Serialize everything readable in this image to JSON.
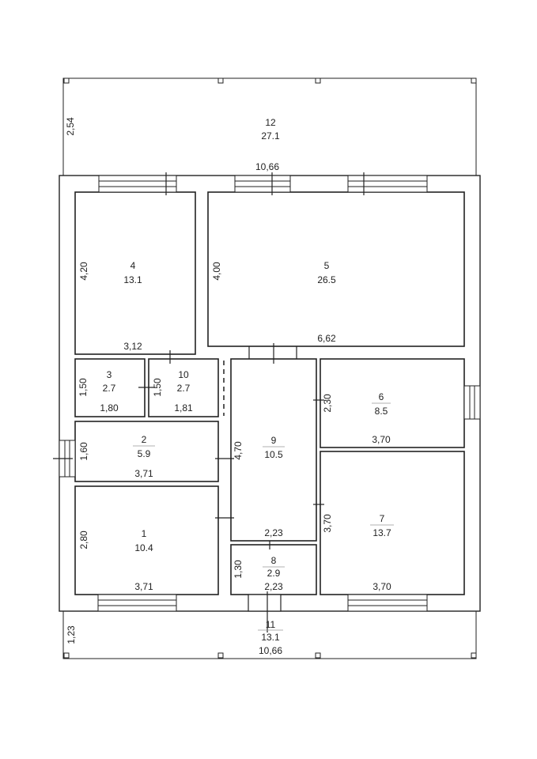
{
  "plan": {
    "rooms": [
      {
        "number": "1",
        "area": "10.4",
        "width": "3,71",
        "height": "2,80"
      },
      {
        "number": "2",
        "area": "5.9",
        "width": "3,71",
        "height": "1,60"
      },
      {
        "number": "3",
        "area": "2.7",
        "width": "1,80",
        "height": "1,50"
      },
      {
        "number": "4",
        "area": "13.1",
        "width": "3,12",
        "height": "4,20"
      },
      {
        "number": "5",
        "area": "26.5",
        "width": "6,62",
        "height": "4,00"
      },
      {
        "number": "6",
        "area": "8.5",
        "width": "3,70",
        "height": "2,30"
      },
      {
        "number": "7",
        "area": "13.7",
        "width": "3,70",
        "height": "3,70"
      },
      {
        "number": "8",
        "area": "2.9",
        "width": "2,23",
        "height": "1,30"
      },
      {
        "number": "9",
        "area": "10.5",
        "width": "2,23",
        "height": "4,70"
      },
      {
        "number": "10",
        "area": "2.7",
        "width": "1,81",
        "height": "1,50"
      },
      {
        "number": "11",
        "area": "13.1",
        "width": "10,66",
        "height": "1,23"
      },
      {
        "number": "12",
        "area": "27.1",
        "width": "10,66",
        "height": "2,54"
      }
    ]
  }
}
